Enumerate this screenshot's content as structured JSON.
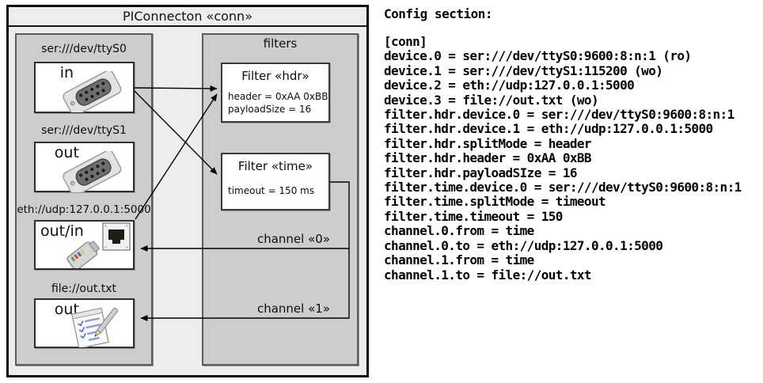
{
  "diagram": {
    "title": "PIConnecton «conn»",
    "devices": [
      {
        "label": "ser:///dev/ttyS0",
        "direction": "in",
        "icon": "serial-connector"
      },
      {
        "label": "ser:///dev/ttyS1",
        "direction": "out",
        "icon": "serial-connector"
      },
      {
        "label": "eth://udp:127.0.0.1:5000",
        "direction": "out/in",
        "icon": "ethernet-connector"
      },
      {
        "label": "file://out.txt",
        "direction": "out",
        "icon": "notepad"
      }
    ],
    "filters": {
      "title": "filters",
      "items": [
        {
          "title": "Filter «hdr»",
          "props": [
            "header = 0xAA 0xBB",
            "payloadSize = 16"
          ]
        },
        {
          "title": "Filter «time»",
          "props": [
            "timeout = 150 ms"
          ]
        }
      ]
    },
    "channels": [
      {
        "label": "channel «0»"
      },
      {
        "label": "channel «1»"
      }
    ],
    "colors": {
      "outer_background": "#ededed",
      "container_background": "#cdcdcd",
      "box_background": "#ffffff",
      "line_color": "#000000"
    }
  },
  "config": {
    "heading": "Config section:",
    "lines": [
      "[conn]",
      "device.0 = ser:///dev/ttyS0:9600:8:n:1 (ro)",
      "device.1 = ser:///dev/ttyS1:115200 (wo)",
      "device.2 = eth://udp:127.0.0.1:5000",
      "device.3 = file://out.txt (wo)",
      "filter.hdr.device.0 = ser:///dev/ttyS0:9600:8:n:1",
      "filter.hdr.device.1 = eth://udp:127.0.0.1:5000",
      "filter.hdr.splitMode = header",
      "filter.hdr.header = 0xAA 0xBB",
      "filter.hdr.payloadSIze = 16",
      "filter.time.device.0 = ser:///dev/ttyS0:9600:8:n:1",
      "filter.time.splitMode = timeout",
      "filter.time.timeout = 150",
      "channel.0.from = time",
      "channel.0.to = eth://udp:127.0.0.1:5000",
      "channel.1.from = time",
      "channel.1.to = file://out.txt"
    ]
  }
}
